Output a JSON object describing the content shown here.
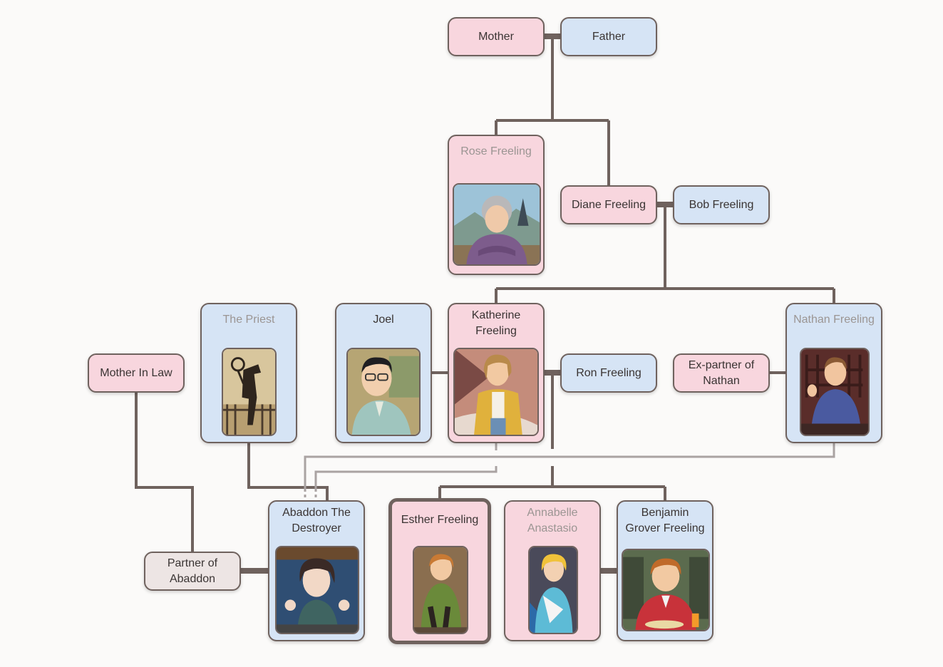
{
  "people": {
    "mother": "Mother",
    "father": "Father",
    "rose": "Rose Freeling",
    "diane": "Diane Freeling",
    "bob": "Bob Freeling",
    "priest": "The Priest",
    "joel": "Joel",
    "katherine": "Katherine Freeling",
    "ron": "Ron Freeling",
    "expartner": "Ex-partner of Nathan",
    "nathan": "Nathan Freeling",
    "mother_in_law": "Mother In Law",
    "partner_abaddon": "Partner of Abaddon",
    "abaddon": "Abaddon The Destroyer",
    "esther": "Esther Freeling",
    "annabelle": "Annabelle Anastasio",
    "benjamin": "Benjamin Grover Freeling"
  },
  "colors": {
    "female": "#f8d6de",
    "male": "#d6e4f5",
    "other": "#ede5e4",
    "line": "#6f625e",
    "line_faint": "#aaa3a2"
  }
}
